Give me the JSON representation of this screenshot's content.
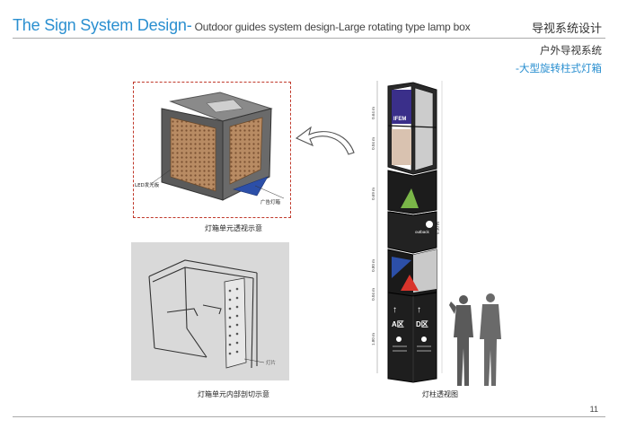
{
  "header": {
    "title": "The Sign System Design-",
    "subtitle": " Outdoor guides system design-Large rotating type lamp box",
    "section_cn": "导视系统设计"
  },
  "subheads": {
    "line1": "户外导视系统",
    "line2": "-大型旋转柱式灯箱"
  },
  "figures": {
    "top": {
      "caption": "灯箱单元透视示意",
      "label_led": "LED发光板",
      "label_ad": "广告灯箱"
    },
    "sketch": {
      "caption": "灯箱单元内部剖切示意",
      "label_lamp": "灯片"
    },
    "tower": {
      "caption": "灯柱透视图",
      "dims": [
        "0.64 m",
        "0.04 m",
        "0.69 m",
        "6.30 m",
        "0.80 m",
        "0.04 m",
        "1.80 m"
      ],
      "brand_ifem": "IFEM",
      "brand_outback": "outback",
      "sign_a": "A区",
      "sign_d": "D区"
    }
  },
  "page_number": "11",
  "colors": {
    "title_blue": "#2a8fd0",
    "frame_red": "#c0392b",
    "tower_black": "#1a1a1a",
    "accent_green": "#7ab648",
    "accent_blue": "#2c4fa8",
    "accent_red": "#d9342b"
  }
}
